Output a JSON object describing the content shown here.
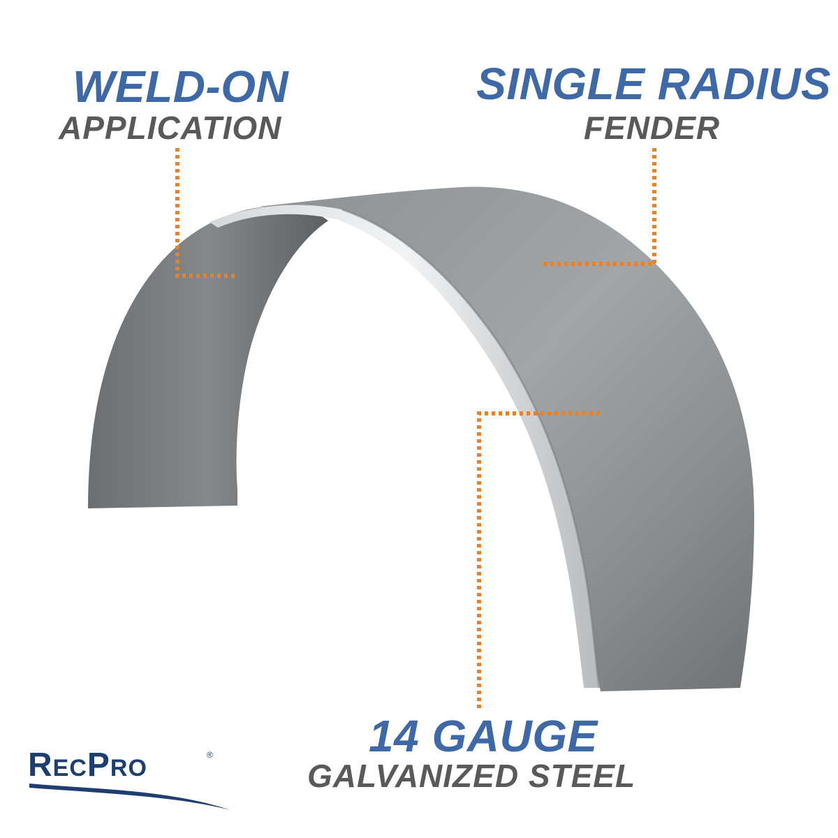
{
  "callouts": {
    "weld_on": {
      "primary": "WELD-ON",
      "secondary": "APPLICATION"
    },
    "single_radius": {
      "primary": "SINGLE RADIUS",
      "secondary": "FENDER"
    },
    "gauge": {
      "primary": "14 GAUGE",
      "secondary": "GALVANIZED STEEL"
    }
  },
  "brand": {
    "name": "RecPro",
    "mark": "®"
  },
  "colors": {
    "primary_text": "#3f69a6",
    "secondary_text": "#58595b",
    "callout_line": "#e8822a",
    "brand": "#1d3e6e"
  }
}
